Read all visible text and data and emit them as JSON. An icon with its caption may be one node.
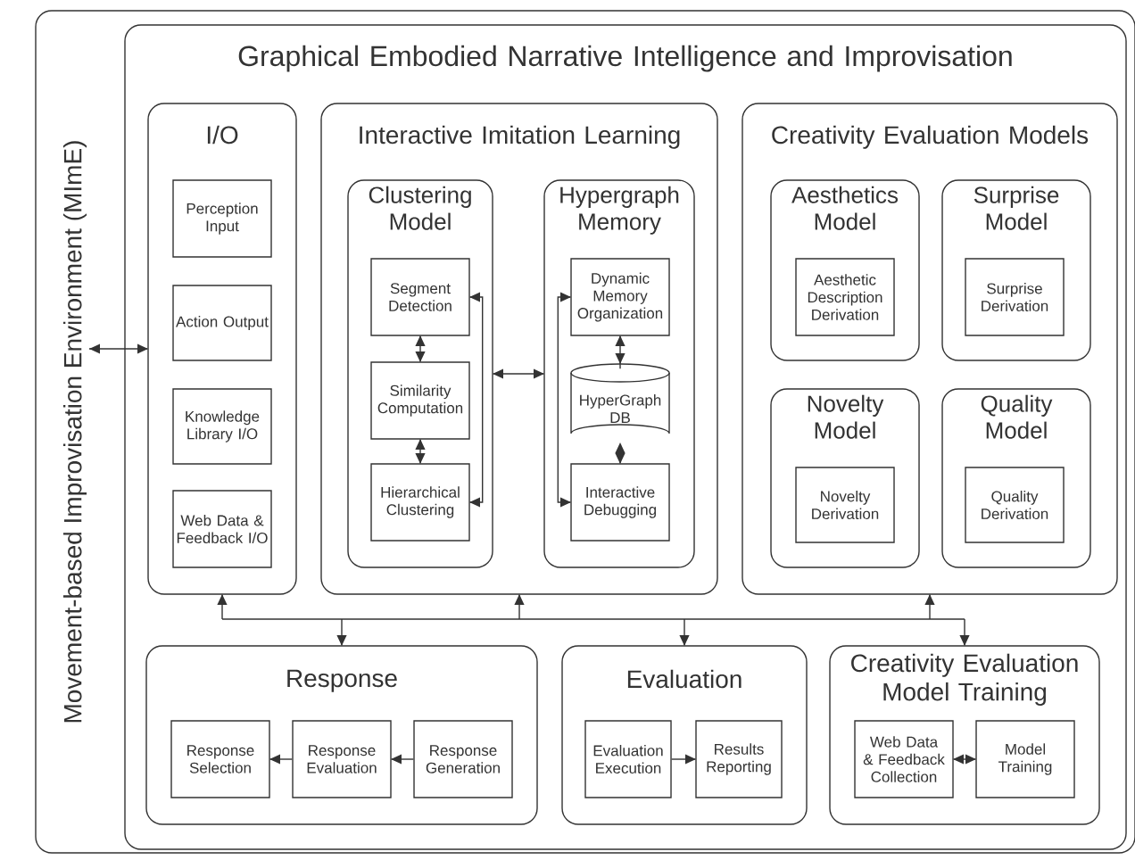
{
  "diagram": {
    "nodes": [
      {
        "text": [
          "Movement-based Improvisation Environment (MImE)"
        ]
      },
      {
        "text": [
          "Graphical Embodied Narrative Intelligence and Improvisation"
        ],
        "in": 0
      },
      {
        "text": [
          "I/O"
        ],
        "in": 1
      },
      {
        "text": [
          "Perception Input"
        ],
        "in": 2
      },
      {
        "text": [
          "Action Output"
        ],
        "in": 2
      },
      {
        "text": [
          "Knowledge Library I/O"
        ],
        "in": 2
      },
      {
        "text": [
          "Web Data & Feedback I/O"
        ],
        "in": 2
      },
      {
        "text": [
          "Interactive Imitation Learning"
        ],
        "in": 1
      },
      {
        "text": [
          "Clustering Model"
        ],
        "in": 7
      },
      {
        "text": [
          "Segment Detection"
        ],
        "in": 8
      },
      {
        "text": [
          "Similarity Computation"
        ],
        "in": 8
      },
      {
        "text": [
          "Hierarchical Clustering"
        ],
        "in": 8
      },
      {
        "text": [
          "Hypergraph Memory"
        ],
        "in": 7
      },
      {
        "text": [
          "Dynamic Memory Organization"
        ],
        "in": 12
      },
      {
        "text": [
          "HyperGraph DB"
        ],
        "in": 12
      },
      {
        "text": [
          "Interactive Debugging"
        ],
        "in": 12
      },
      {
        "text": [
          "Creativity Evaluation Models"
        ],
        "in": 1
      },
      {
        "text": [
          "Aesthetics Model"
        ],
        "in": 16
      },
      {
        "text": [
          "Aesthetic Description Derivation"
        ],
        "in": 17
      },
      {
        "text": [
          "Surprise Model"
        ],
        "in": 16
      },
      {
        "text": [
          "Surprise Derivation"
        ],
        "in": 19
      },
      {
        "text": [
          "Novelty Model"
        ],
        "in": 16
      },
      {
        "text": [
          "Novelty Derivation"
        ],
        "in": 21
      },
      {
        "text": [
          "Quality Model"
        ],
        "in": 16
      },
      {
        "text": [
          "Quality Derivation"
        ],
        "in": 23
      },
      {
        "text": [
          "Response"
        ],
        "in": 1
      },
      {
        "text": [
          "Response Selection"
        ],
        "in": 25
      },
      {
        "text": [
          "Response Evaluation"
        ],
        "in": 25
      },
      {
        "text": [
          "Response Generation"
        ],
        "in": 25
      },
      {
        "text": [
          "Evaluation"
        ],
        "in": 1
      },
      {
        "text": [
          "Evaluation Execution"
        ],
        "in": 29
      },
      {
        "text": [
          "Results Reporting"
        ],
        "in": 29
      },
      {
        "text": [
          "Creativity Evaluation Model Training"
        ],
        "in": 1
      },
      {
        "text": [
          "Web Data & Feedback Collection"
        ],
        "in": 32
      },
      {
        "text": [
          "Model Training"
        ],
        "in": 32
      }
    ],
    "edges": [
      {
        "from": 0,
        "to": 2,
        "arrow": "both"
      },
      {
        "from": 9,
        "to": 10,
        "arrow": "both"
      },
      {
        "from": 10,
        "to": 11,
        "arrow": "both"
      },
      {
        "from": 9,
        "to": 11,
        "arrow": "both"
      },
      {
        "from": 8,
        "to": 12,
        "arrow": "both"
      },
      {
        "from": 13,
        "to": 14,
        "arrow": "both"
      },
      {
        "from": 14,
        "to": 15,
        "arrow": "both"
      },
      {
        "from": 13,
        "to": 15,
        "arrow": "both"
      },
      {
        "from": 28,
        "to": 27,
        "arrow": "to"
      },
      {
        "from": 27,
        "to": 26,
        "arrow": "to"
      },
      {
        "from": 30,
        "to": 31,
        "arrow": "to"
      },
      {
        "from": 33,
        "to": 34,
        "arrow": "both"
      },
      {
        "from": null,
        "to": 2,
        "arrow": "to"
      },
      {
        "from": null,
        "to": 7,
        "arrow": "to"
      },
      {
        "from": null,
        "to": 16,
        "arrow": "to"
      },
      {
        "from": null,
        "to": 25,
        "arrow": "to"
      },
      {
        "from": null,
        "to": 29,
        "arrow": "to"
      },
      {
        "from": null,
        "to": 32,
        "arrow": "to"
      }
    ]
  }
}
